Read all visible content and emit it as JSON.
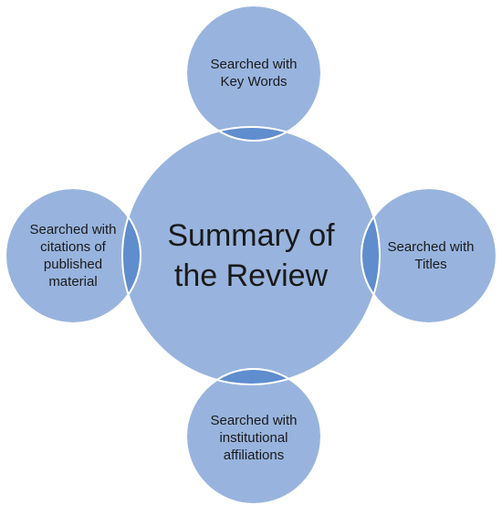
{
  "diagram": {
    "center": {
      "label": "Summary of\nthe Review"
    },
    "satellites": [
      {
        "id": "top",
        "label": "Searched with\nKey Words"
      },
      {
        "id": "right",
        "label": "Searched with\nTitles"
      },
      {
        "id": "bottom",
        "label": "Searched with\ninstitutional\naffiliations"
      },
      {
        "id": "left",
        "label": "Searched with\ncitations of\npublished\nmaterial"
      }
    ],
    "colors": {
      "fill": "#98b4de",
      "overlap": "#5f8dce",
      "outline": "#ffffff",
      "text": "#1a1a1a"
    }
  }
}
